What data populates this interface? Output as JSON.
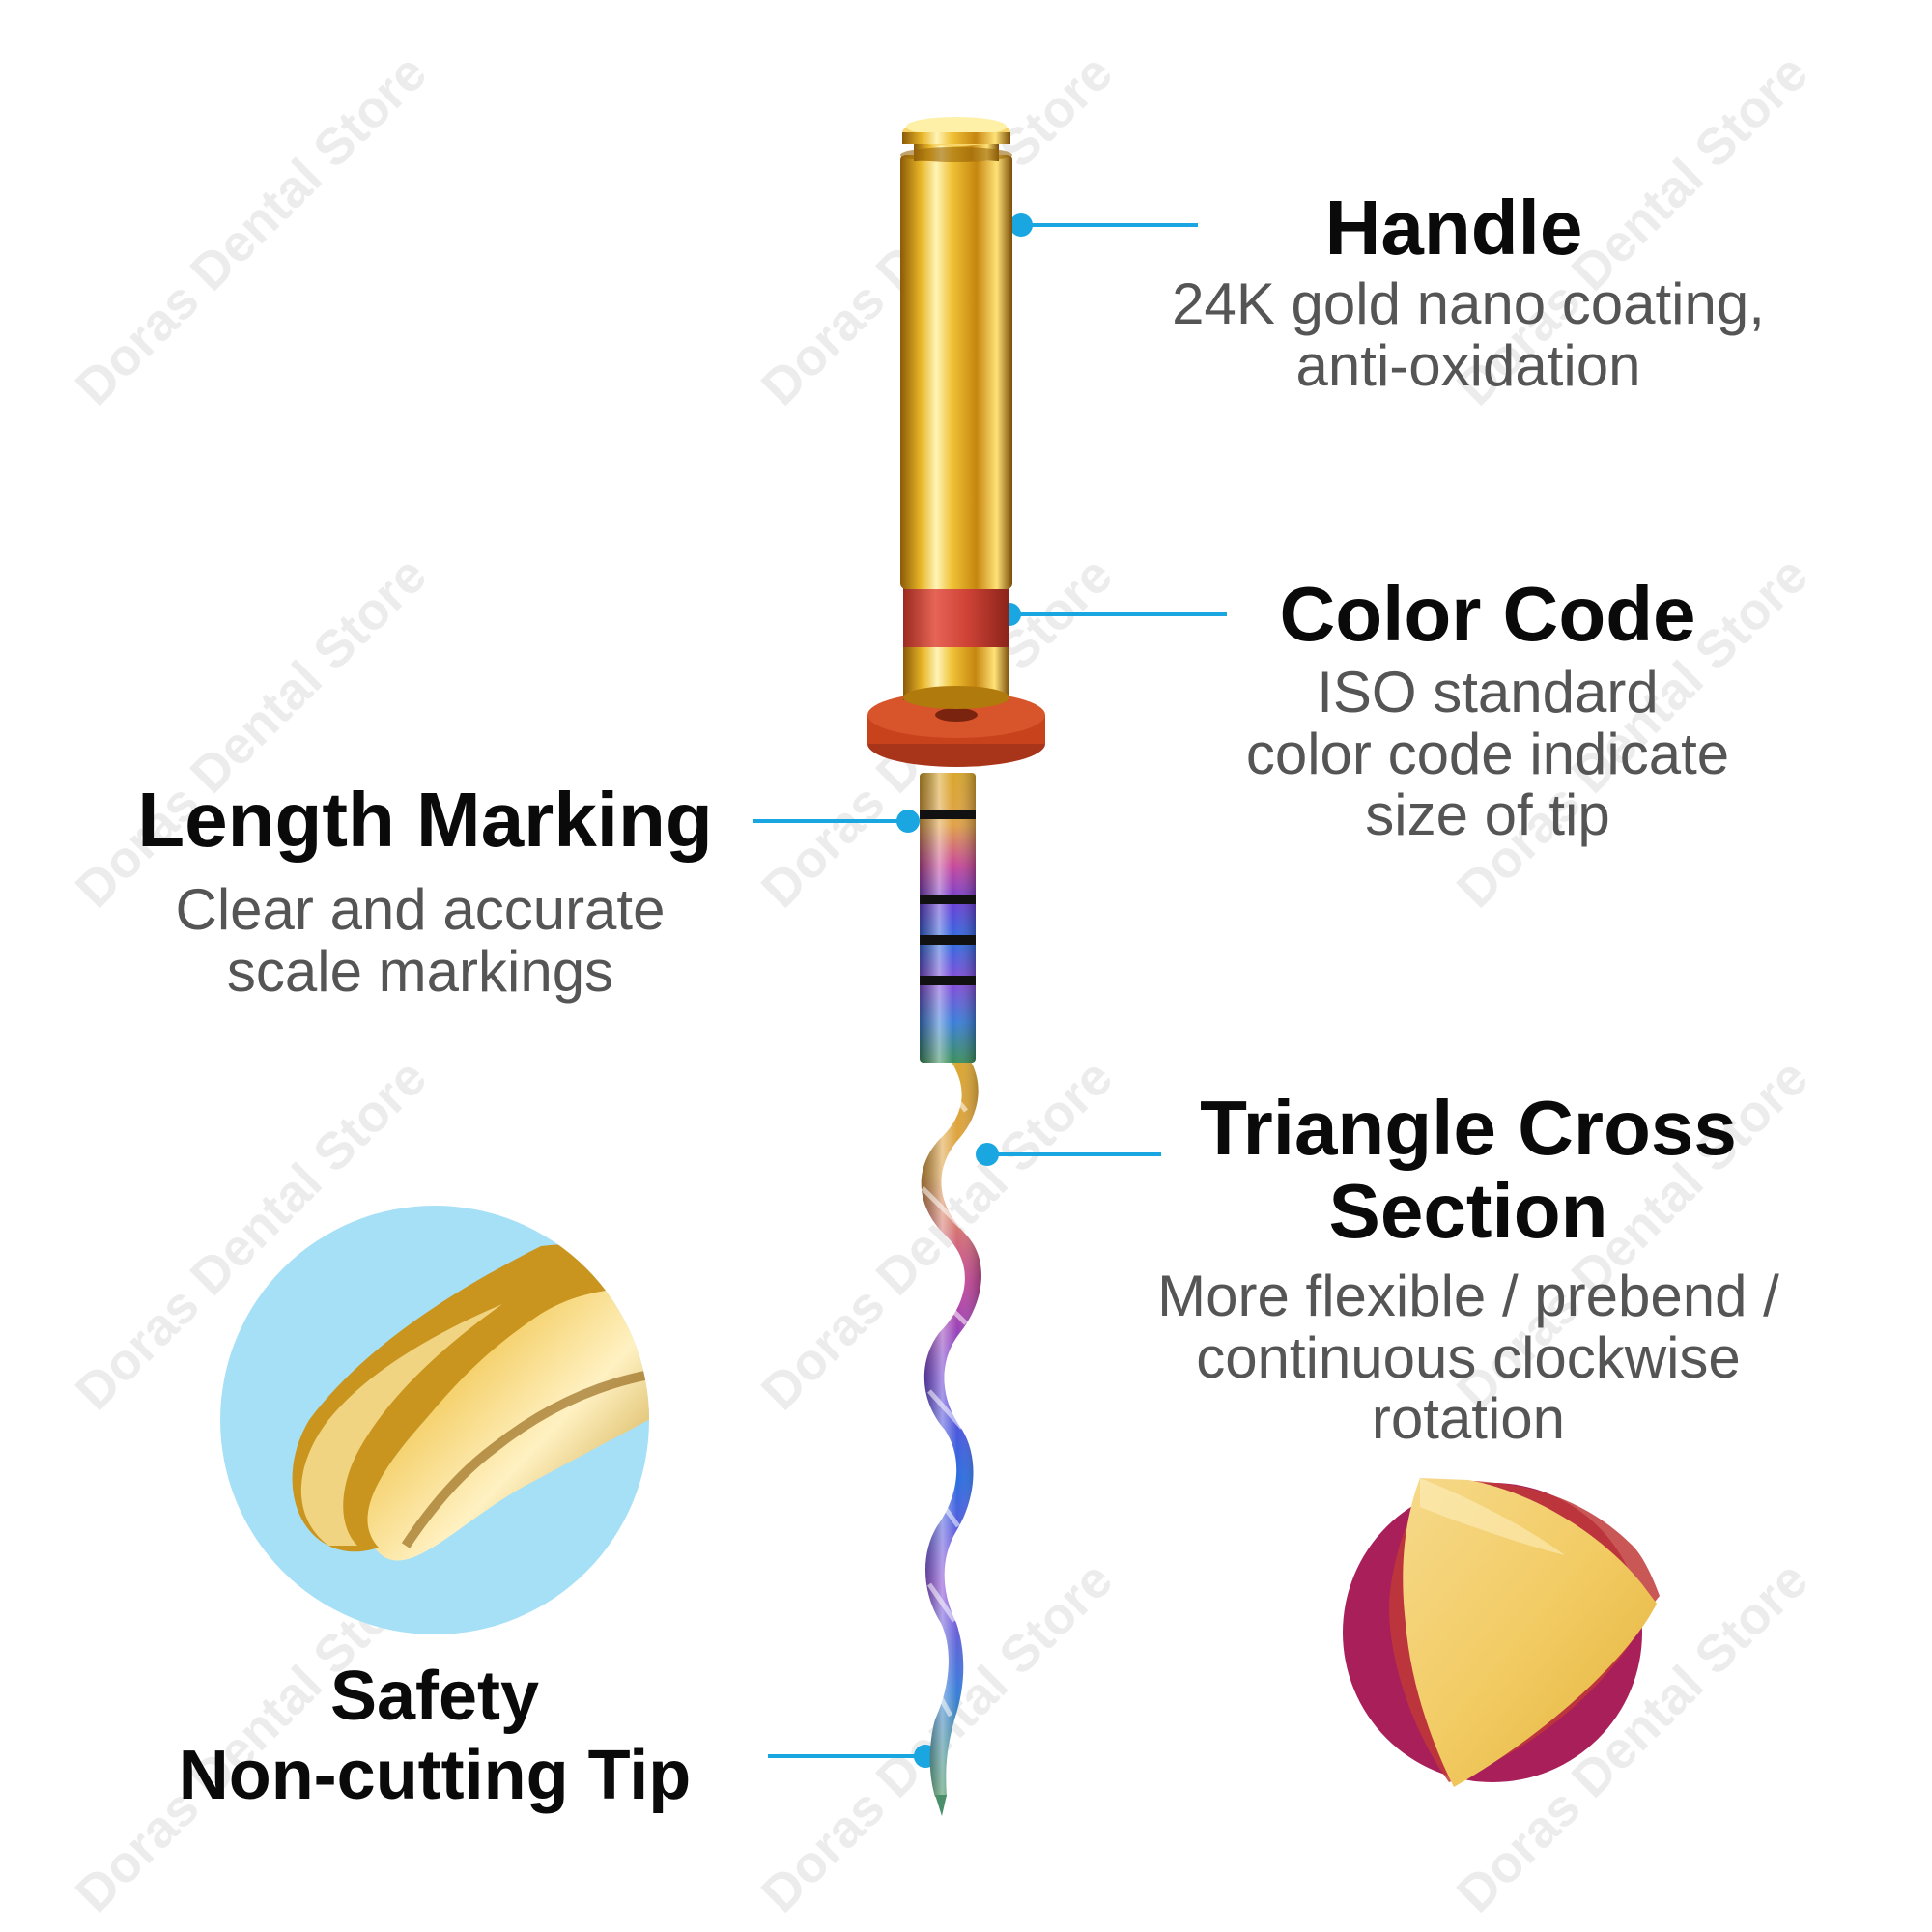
{
  "watermark": "Doras Dental Store",
  "colors": {
    "accent": "#1aa6e0",
    "gold": "#e7b226",
    "color_code_ring": "#d64a3e",
    "stopper": "#c8421c",
    "tip_circle": "#a6e0f7"
  },
  "handle": {
    "title": "Handle",
    "lines": [
      "24K gold nano coating,",
      "anti-oxidation"
    ]
  },
  "color_code": {
    "title": "Color Code",
    "lines": [
      "ISO standard",
      "color code indicate",
      "size of tip"
    ]
  },
  "length_marking": {
    "title": "Length Marking",
    "lines": [
      "Clear and accurate",
      "scale markings"
    ]
  },
  "triangle": {
    "title_lines": [
      "Triangle Cross",
      "Section"
    ],
    "lines": [
      "More flexible / prebend /",
      "continuous clockwise",
      "rotation"
    ]
  },
  "safety": {
    "title_lines": [
      "Safety",
      "Non-cutting Tip"
    ]
  }
}
